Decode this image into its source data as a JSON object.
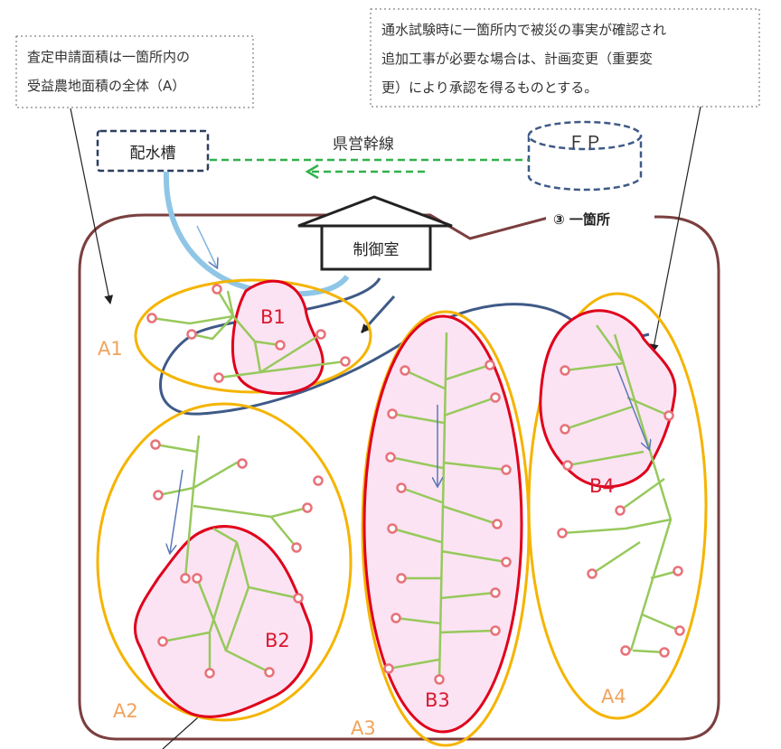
{
  "notes": {
    "left_line1": "査定申請面積は一箇所内の",
    "left_line2": "受益農地面積の全体（A）",
    "right_line1": "通水試験時に一箇所内で被災の事実が確認され",
    "right_line2": "追加工事が必要な場合は、計画変更（重要変",
    "right_line3": "更）により承認を得るものとする。"
  },
  "labels": {
    "tank": "配水槽",
    "canal": "県営幹線",
    "fp": "ＦＰ",
    "control_room": "制御室",
    "site": "③ 一箇所"
  },
  "areas": {
    "a1": "A1",
    "a2": "A2",
    "a3": "A3",
    "a4": "A4",
    "b1": "B1",
    "b2": "B2",
    "b3": "B3",
    "b4": "B4"
  },
  "colors": {
    "boundary": "#7b3f3f",
    "area_a": "#f5b400",
    "area_b": "#e0001b",
    "area_b_fill": "#fbe3f3",
    "pipe": "#97c95c",
    "sprinkler": "#e8727a",
    "main_pipe": "#3f5a87",
    "canal": "#31b14a",
    "tank_border": "#2c3e60",
    "water_light": "#8fc6e6"
  }
}
